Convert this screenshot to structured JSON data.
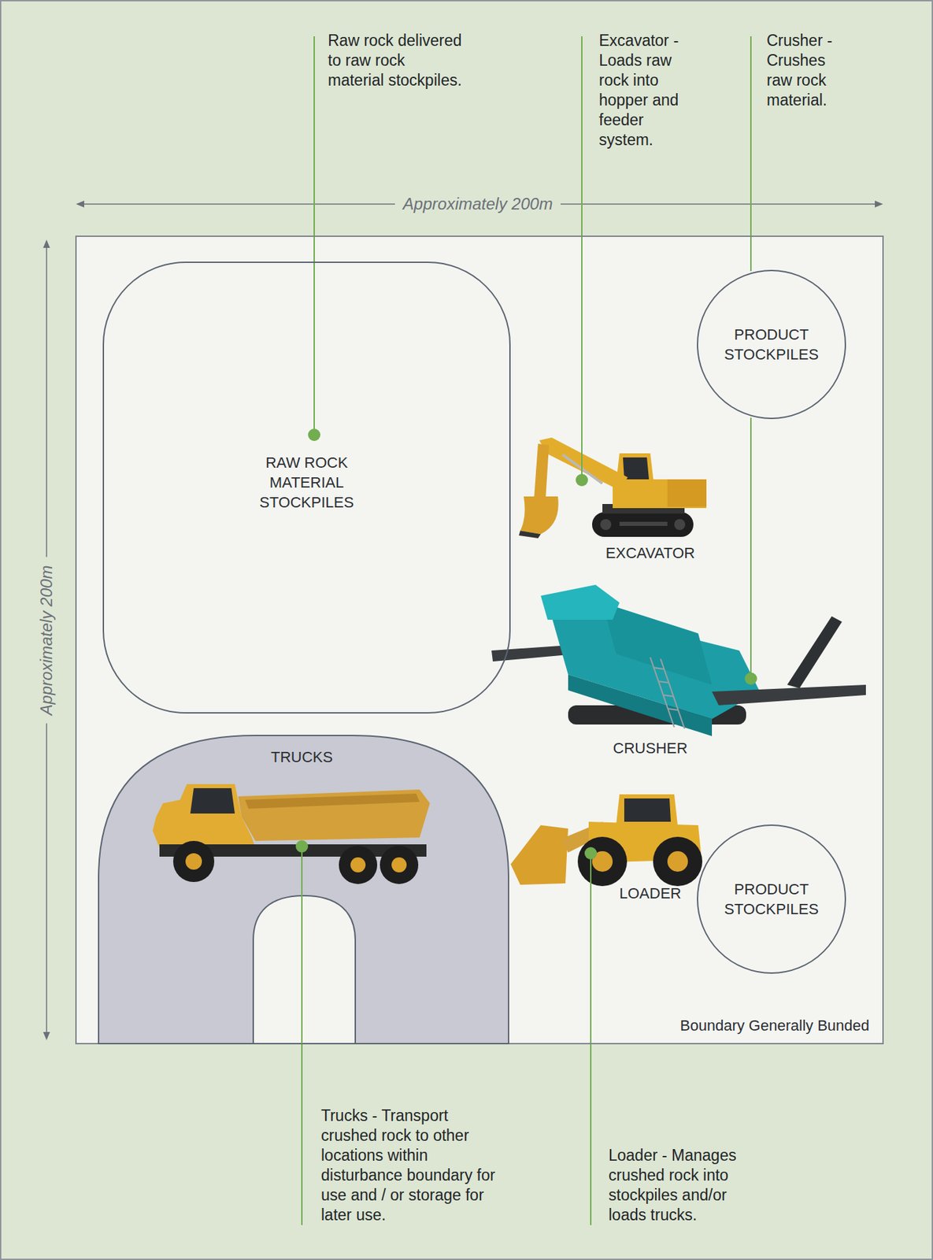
{
  "diagram": {
    "nodes": [
      {
        "text": [
          "Boundary Generally Bunded"
        ]
      },
      {
        "text": [
          "RAW ROCK MATERIAL STOCKPILES"
        ],
        "in": 0
      },
      {
        "text": [
          "PRODUCT STOCKPILES"
        ],
        "in": 0
      },
      {
        "text": [
          "TRUCKS"
        ],
        "in": 0
      },
      {
        "text": [
          "PRODUCT STOCKPILES"
        ],
        "in": 0
      }
    ],
    "labels": [
      "Raw rock delivered to raw rock material stockpiles.",
      "Excavator - Loads raw rock into hopper and feeder system.",
      "Crusher - Crushes raw rock material.",
      "Approximately 200m",
      "Approximately 200m",
      "EXCAVATOR",
      "CRUSHER",
      "LOADER",
      "Trucks - Transport crushed rock to other locations within disturbance boundary for use and / or storage for later use.",
      "Loader - Manages crushed rock into stockpiles and/or loads trucks."
    ]
  }
}
